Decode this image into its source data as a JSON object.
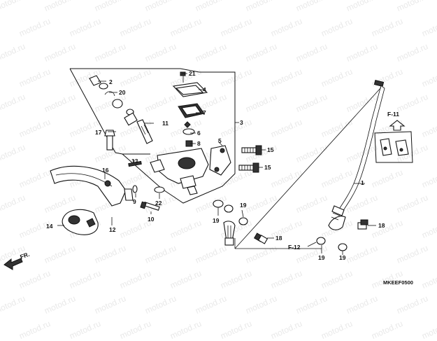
{
  "watermark": {
    "text": "motod.ru"
  },
  "diagram": {
    "callouts": {
      "c1": "1",
      "c2": "2",
      "c3": "3",
      "c4": "4",
      "c5": "5",
      "c6": "6",
      "c7": "7",
      "c8": "8",
      "c9": "9",
      "c10": "10",
      "c11": "11",
      "c12": "12",
      "c13": "13",
      "c14": "14",
      "c15a": "15",
      "c15b": "15",
      "c16": "16",
      "c17": "17",
      "c18a": "18",
      "c18b": "18",
      "c19a": "19",
      "c19b": "19",
      "c19c": "19",
      "c19d": "19",
      "c20": "20",
      "c21": "21",
      "c22": "22"
    },
    "refs": {
      "f11": "F-11",
      "f12": "F-12",
      "front": "FR."
    },
    "diagram_code": "MKEEF0500"
  },
  "colors": {
    "ink": "#111111",
    "watermark": "#e9e9e9",
    "background": "#ffffff"
  }
}
